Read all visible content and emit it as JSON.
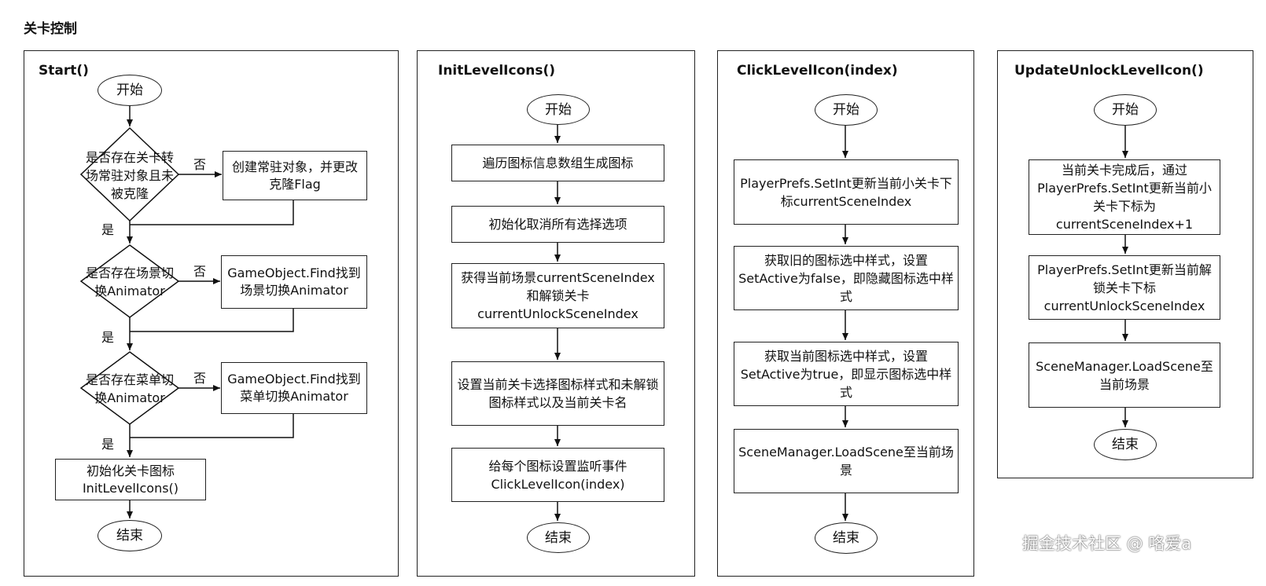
{
  "page_title": "关卡控制",
  "watermark": "掘金技术社区 @ 咯爱a",
  "panels": [
    {
      "title": "Start()",
      "start": "开始",
      "d1": "是否存在关卡转场常驻对象且未被克隆",
      "d1_no_action": "创建常驻对象，并更改克隆Flag",
      "d2": "是否存在场景切换Animator",
      "d2_no_action": "GameObject.Find找到场景切换Animator",
      "d3": "是否存在菜单切换Animator",
      "d3_no_action": "GameObject.Find找到菜单切换Animator",
      "step": "初始化关卡图标InitLevelIcons()",
      "yes": "是",
      "no": "否",
      "end": "结束"
    },
    {
      "title": "InitLevelIcons()",
      "start": "开始",
      "s1": "遍历图标信息数组生成图标",
      "s2": "初始化取消所有选择选项",
      "s3": "获得当前场景currentSceneIndex和解锁关卡currentUnlockSceneIndex",
      "s4": "设置当前关卡选择图标样式和未解锁图标样式以及当前关卡名",
      "s5": "给每个图标设置监听事件ClickLevelIcon(index)",
      "end": "结束"
    },
    {
      "title": "ClickLevelIcon(index)",
      "start": "开始",
      "s1": "PlayerPrefs.SetInt更新当前小关卡下标currentSceneIndex",
      "s2": "获取旧的图标选中样式，设置SetActive为false，即隐藏图标选中样式",
      "s3": "获取当前图标选中样式，设置SetActive为true，即显示图标选中样式",
      "s4": "SceneManager.LoadScene至当前场景",
      "end": "结束"
    },
    {
      "title": "UpdateUnlockLevelIcon()",
      "start": "开始",
      "s1": "当前关卡完成后，通过PlayerPrefs.SetInt更新当前小关卡下标为currentSceneIndex+1",
      "s2": "PlayerPrefs.SetInt更新当前解锁关卡下标currentUnlockSceneIndex",
      "s3": "SceneManager.LoadScene至当前场景",
      "end": "结束"
    }
  ]
}
